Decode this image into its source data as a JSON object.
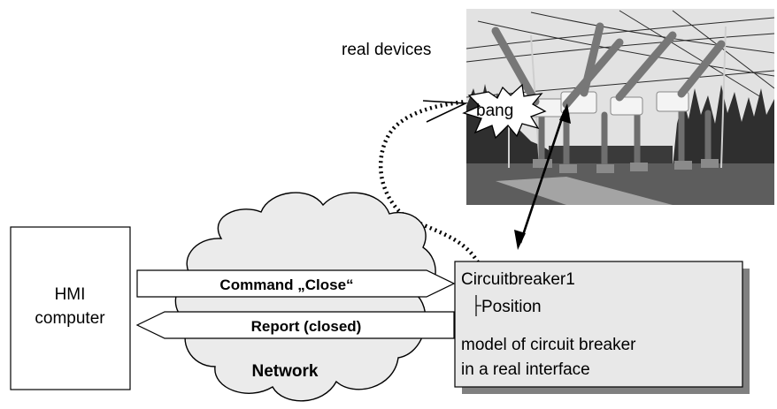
{
  "photo": {
    "label": "real devices",
    "alt": "high-voltage substation with circuit breakers",
    "sky_color": "#e2e2e2",
    "ground_color": "#5d5d5d"
  },
  "bang_label": "bang",
  "hmi": {
    "line1": "HMI",
    "line2": "computer"
  },
  "network": {
    "label": "Network"
  },
  "command_arrow": {
    "label": "Command „Close“"
  },
  "report_arrow": {
    "label": "Report (closed)"
  },
  "model_box": {
    "title": "Circuitbreaker1",
    "child": "Position",
    "desc_line1": "model of circuit breaker",
    "desc_line2": "in a real interface",
    "fill_color": "#e8e8e8",
    "shadow_color": "#808080"
  }
}
